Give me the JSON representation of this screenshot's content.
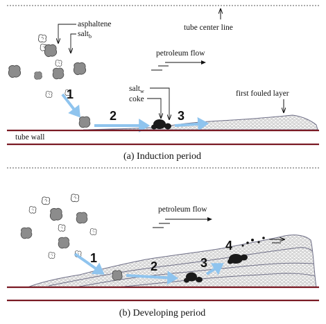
{
  "colors": {
    "wall": "#7a1a24",
    "arrow": "#8fc4ee",
    "particle_fill": "#8c8c8c",
    "coke": "#1a1a1a",
    "layer_stroke": "#6e6e86"
  },
  "panel_a": {
    "asphaltene_label": "asphaltene",
    "salt_b_label": "salt",
    "salt_b_sub": "b",
    "salt_w_label": "salt",
    "salt_w_sub": "w",
    "coke_label": "coke",
    "centerline_label": "tube center line",
    "flow_label": "petroleum flow",
    "fouled_label": "first fouled layer",
    "wall_label": "tube wall",
    "step1": "1",
    "step2": "2",
    "step3": "3",
    "caption": "(a) Induction period"
  },
  "panel_b": {
    "flow_label": "petroleum flow",
    "step1": "1",
    "step2": "2",
    "step3": "3",
    "step4": "4",
    "caption": "(b) Developing period"
  }
}
